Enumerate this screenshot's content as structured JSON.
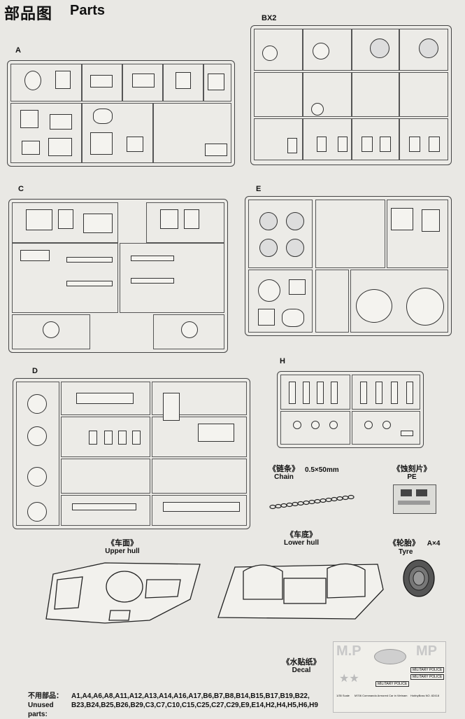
{
  "header": {
    "title_cn": "部品图",
    "title_en": "Parts"
  },
  "sprues": {
    "A": "A",
    "BX2": "BX2",
    "C": "C",
    "E": "E",
    "D": "D",
    "H": "H"
  },
  "chain": {
    "cn": "《链条》",
    "en": "Chain",
    "size": "0.5×50mm"
  },
  "pe": {
    "cn": "《蚀刻片》",
    "en": "PE"
  },
  "upper_hull": {
    "cn": "《车面》",
    "en": "Upper hull"
  },
  "lower_hull": {
    "cn": "《车底》",
    "en": "Lower hull"
  },
  "tyre": {
    "cn": "《轮胎》",
    "qty": "A×4",
    "en": "Tyre"
  },
  "decal": {
    "cn": "《水贴纸》",
    "en": "Decal",
    "mp": "M.P",
    "mp2": "MP",
    "mp_labels": [
      "MILITARY POLICE",
      "MILITARY POLICE",
      "MILITARY POLICE"
    ],
    "scale": "1/35 Scale",
    "model": "M706 Commando Armored Car in Vietnam",
    "brand": "HobbyBoss NO. 82418"
  },
  "unused": {
    "label_cn": "不用部品：",
    "label_en": "Unused parts:",
    "line1": "A1,A4,A6,A8,A11,A12,A13,A14,A16,A17,B6,B7,B8,B14,B15,B17,B19,B22,",
    "line2": "B23,B24,B25,B26,B29,C3,C7,C10,C15,C25,C27,C29,E9,E14,H2,H4,H5,H6,H9"
  }
}
